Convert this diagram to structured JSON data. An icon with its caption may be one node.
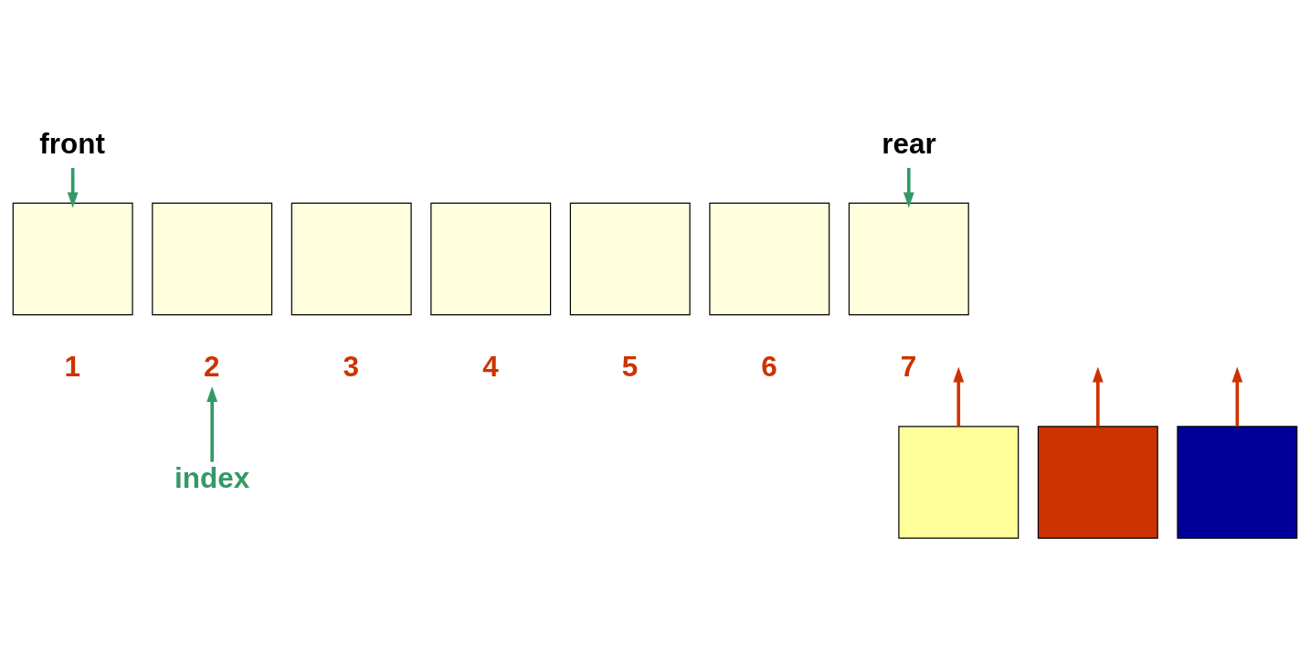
{
  "diagram": {
    "nodes": [
      {
        "text": [
          "front"
        ]
      },
      {
        "text": [
          "rear"
        ]
      },
      {
        "text": [],
        "shape": "box",
        "beside": [
          "1"
        ]
      },
      {
        "text": [],
        "shape": "box"
      },
      {
        "text": [],
        "shape": "box",
        "beside": [
          "3"
        ]
      },
      {
        "text": [],
        "shape": "box",
        "beside": [
          "4"
        ]
      },
      {
        "text": [],
        "shape": "box",
        "beside": [
          "5"
        ]
      },
      {
        "text": [],
        "shape": "box",
        "beside": [
          "6"
        ]
      },
      {
        "text": [],
        "shape": "box",
        "beside": [
          "7"
        ]
      },
      {
        "text": [
          "2"
        ]
      },
      {
        "text": [
          "index"
        ]
      },
      {
        "text": [],
        "shape": "box"
      },
      {
        "text": [],
        "shape": "box"
      },
      {
        "text": [],
        "shape": "box"
      }
    ],
    "edges": [
      {
        "from": 0,
        "to": 2,
        "arrow": "to",
        "color": "#339966"
      },
      {
        "from": 1,
        "to": 8,
        "arrow": "to",
        "color": "#339966"
      },
      {
        "from": 10,
        "to": 9,
        "arrow": "to",
        "color": "#339966"
      },
      {
        "from": 11,
        "to": null,
        "arrow": "to",
        "color": "#cc3300"
      },
      {
        "from": 12,
        "to": null,
        "arrow": "to",
        "color": "#cc3300"
      },
      {
        "from": 13,
        "to": null,
        "arrow": "to",
        "color": "#cc3300"
      }
    ]
  }
}
